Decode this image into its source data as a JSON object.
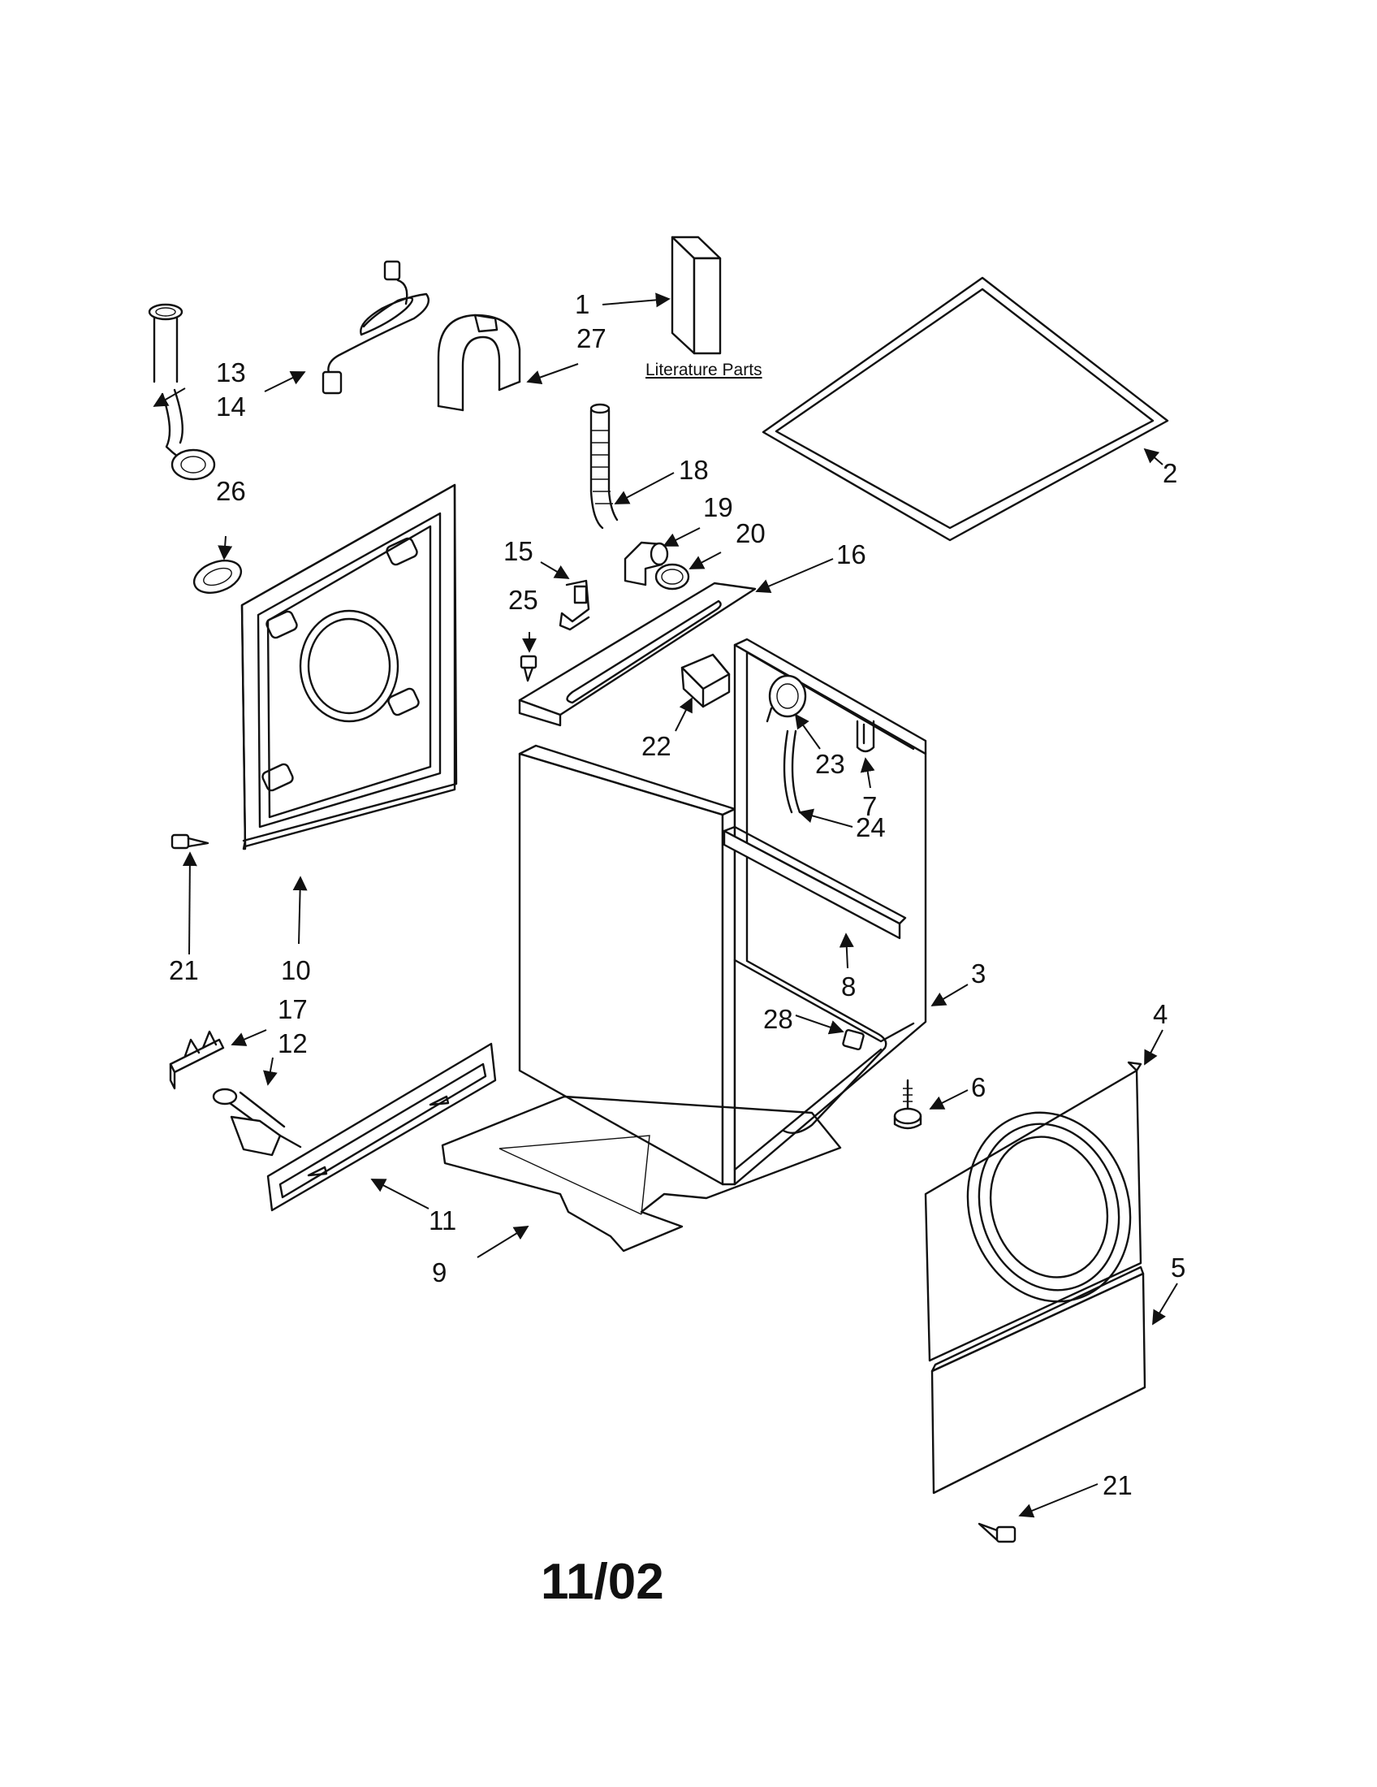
{
  "diagram": {
    "literature_label": "Literature Parts",
    "date_code": "11/02",
    "callouts": [
      "1",
      "2",
      "3",
      "4",
      "5",
      "6",
      "7",
      "8",
      "9",
      "10",
      "11",
      "12",
      "13",
      "14",
      "15",
      "16",
      "17",
      "18",
      "19",
      "20",
      "21",
      "22",
      "23",
      "24",
      "25",
      "26",
      "27",
      "28",
      "21"
    ]
  }
}
